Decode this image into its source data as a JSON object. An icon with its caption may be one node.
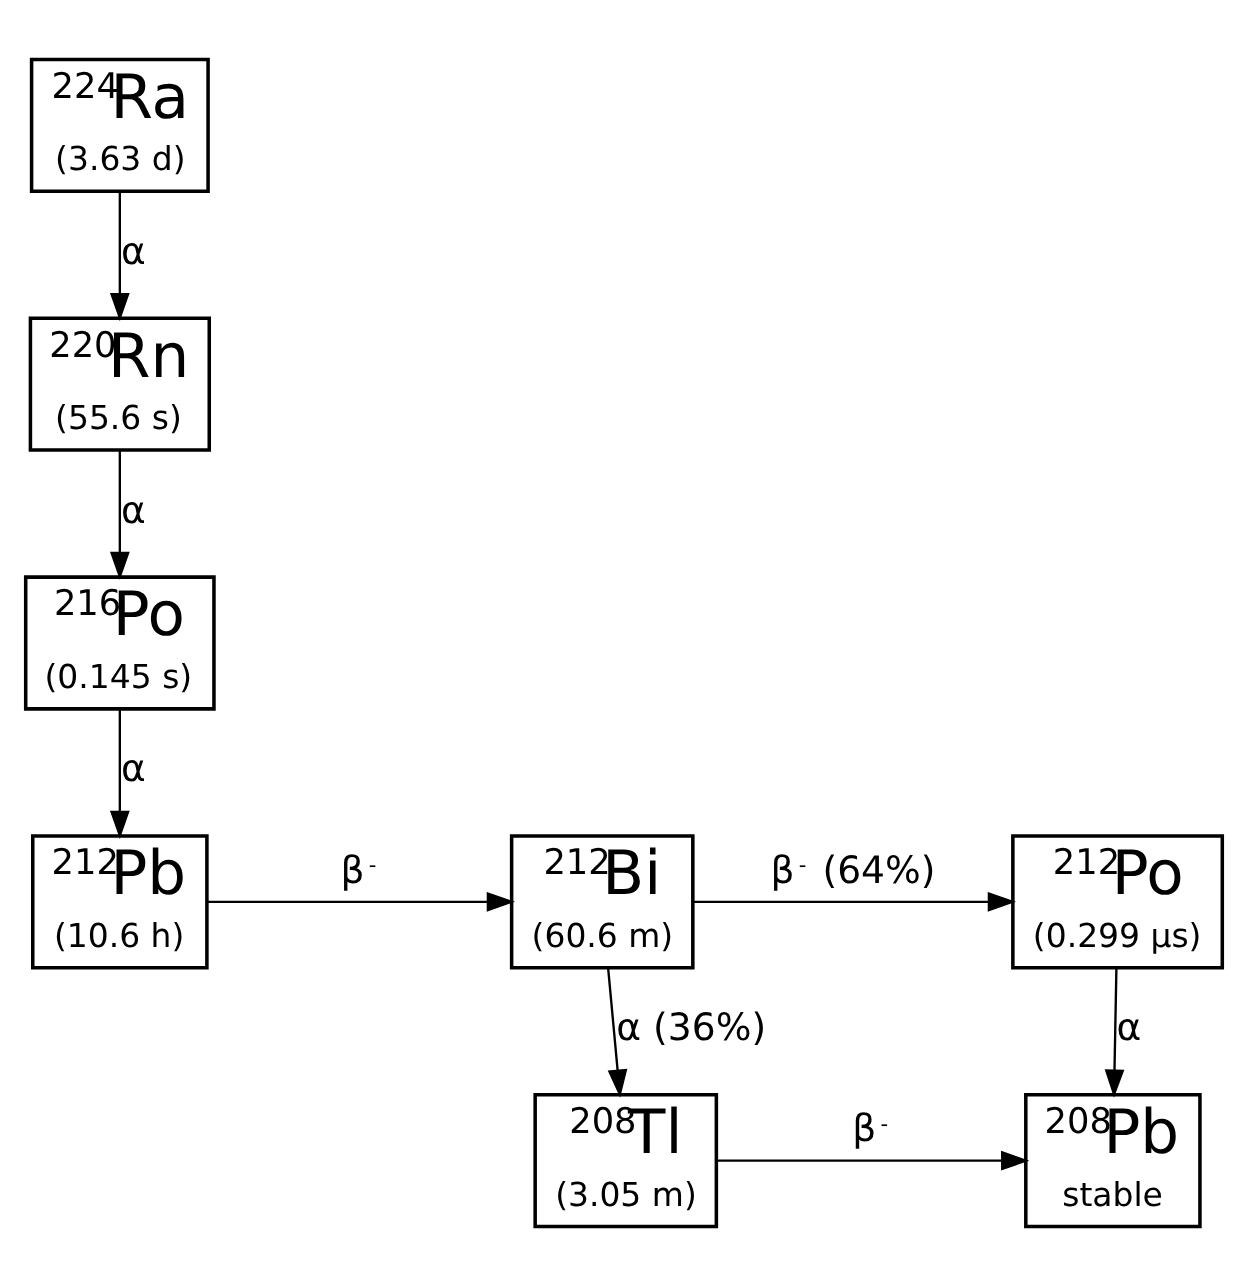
{
  "diagram": {
    "nodes": [
      {
        "text": [
          "$^{224}$Ra",
          "(3.63 d)"
        ]
      },
      {
        "text": [
          "$^{220}$Rn",
          "(55.6 s)"
        ]
      },
      {
        "text": [
          "$^{216}$Po",
          "(0.145 s)"
        ]
      },
      {
        "text": [
          "$^{212}$Pb",
          "(10.6 h)"
        ]
      },
      {
        "text": [
          "$^{212}$Bi",
          "(60.6 m)"
        ]
      },
      {
        "text": [
          "$^{212}$Po",
          "(0.299 µs)"
        ]
      },
      {
        "text": [
          "$^{208}$Tl",
          "(3.05 m)"
        ]
      },
      {
        "text": [
          "$^{208}$Pb",
          "stable"
        ]
      }
    ],
    "edges": [
      {
        "from": 0,
        "to": 1,
        "arrow": "to",
        "label": "α"
      },
      {
        "from": 1,
        "to": 2,
        "arrow": "to",
        "label": "α"
      },
      {
        "from": 2,
        "to": 3,
        "arrow": "to",
        "label": "α"
      },
      {
        "from": 3,
        "to": 4,
        "arrow": "to",
        "label": "β$^{-}$"
      },
      {
        "from": 4,
        "to": 5,
        "arrow": "to",
        "label": "β$^{-}$ (64%)"
      },
      {
        "from": 4,
        "to": 6,
        "arrow": "to",
        "label": "α (36%)"
      },
      {
        "from": 5,
        "to": 7,
        "arrow": "to",
        "label": "α"
      },
      {
        "from": 6,
        "to": 7,
        "arrow": "to",
        "label": "β$^{-}$"
      }
    ]
  }
}
